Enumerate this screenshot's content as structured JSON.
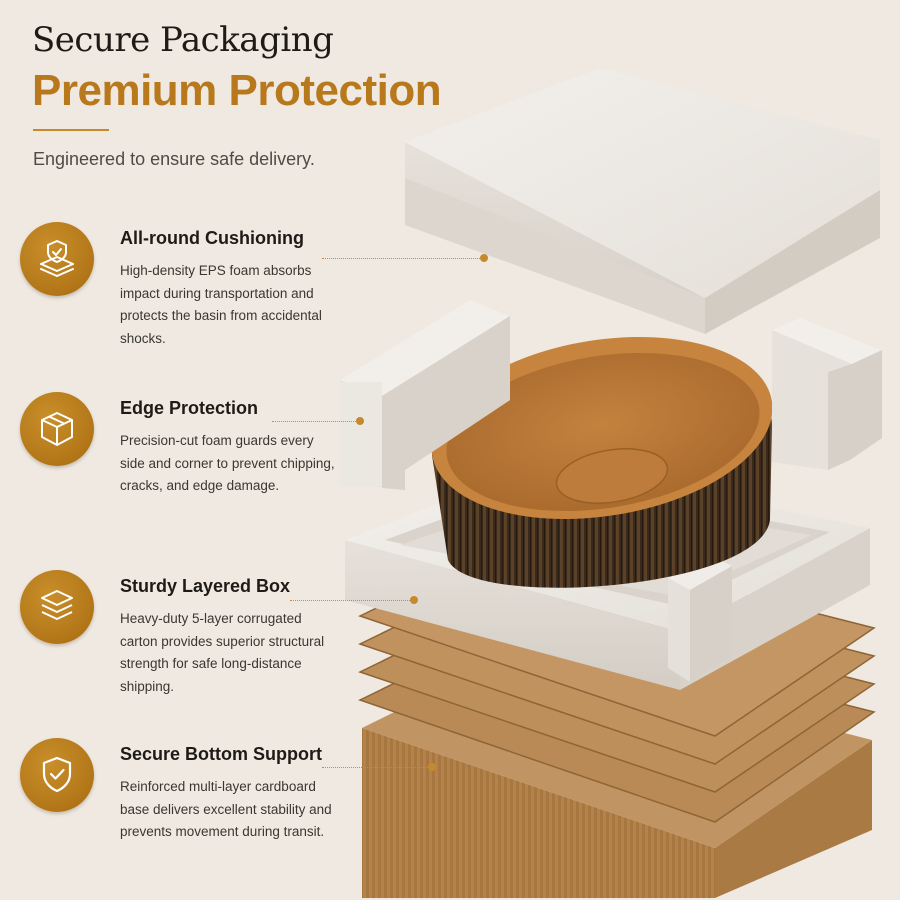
{
  "header": {
    "title_line1": "Secure Packaging",
    "title_line2": "Premium Protection",
    "subtitle": "Engineered to ensure safe delivery."
  },
  "features": [
    {
      "title": "All-round Cushioning",
      "description": "High-density EPS foam absorbs impact during transportation and protects the basin from accidental shocks.",
      "icon": "layered-shield-icon"
    },
    {
      "title": "Edge Protection",
      "description": "Precision-cut foam guards every side and corner to prevent chipping, cracks, and edge damage.",
      "icon": "box-icon"
    },
    {
      "title": "Sturdy Layered Box",
      "description": "Heavy-duty 5-layer corrugated carton provides superior structural strength for safe long-distance shipping.",
      "icon": "stacked-layers-icon"
    },
    {
      "title": "Secure Bottom Support",
      "description": "Reinforced multi-layer cardboard base delivers excellent stability and prevents movement during transit.",
      "icon": "shield-check-icon"
    }
  ],
  "colors": {
    "accent": "#b8791d",
    "background": "#efe9e2",
    "foam": "#e9e5df",
    "cardboard": "#b98a55",
    "basin_interior": "#b9783a"
  }
}
